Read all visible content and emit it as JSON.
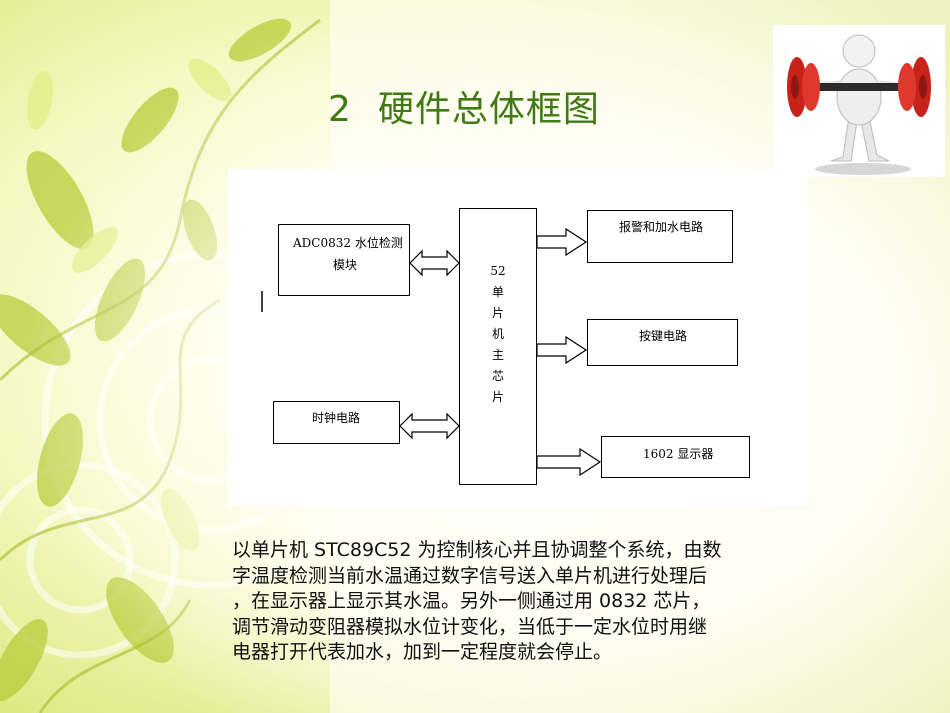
{
  "slide": {
    "number": "2",
    "title": "硬件总体框图"
  },
  "diagram": {
    "adc_module": [
      "ADC0832 水位检测",
      "模块"
    ],
    "cpu": "52\n单\n片\n机\n主\n芯\n片",
    "clock": "时钟电路",
    "alarm": "报警和加水电路",
    "keys": "按键电路",
    "display": "1602 显示器"
  },
  "body_lines": [
    "以单片机 STC89C52 为控制核心并且协调整个系统，由数",
    "字温度检测当前水温通过数字信号送入单片机进行处理后",
    "，在显示器上显示其水温。另外一侧通过用 0832 芯片，",
    "调节滑动变阻器模拟水位计变化，当低于一定水位时用继",
    "电器打开代表加水，加到一定程度就会停止。"
  ],
  "colors": {
    "title": "#3f7a14",
    "leaf_dark": "#b7cc3a",
    "leaf_light": "#e4ee8a",
    "dumbbell": "#d9261c"
  },
  "icons": [
    "floral-background",
    "weightlifter-figure-icon"
  ]
}
